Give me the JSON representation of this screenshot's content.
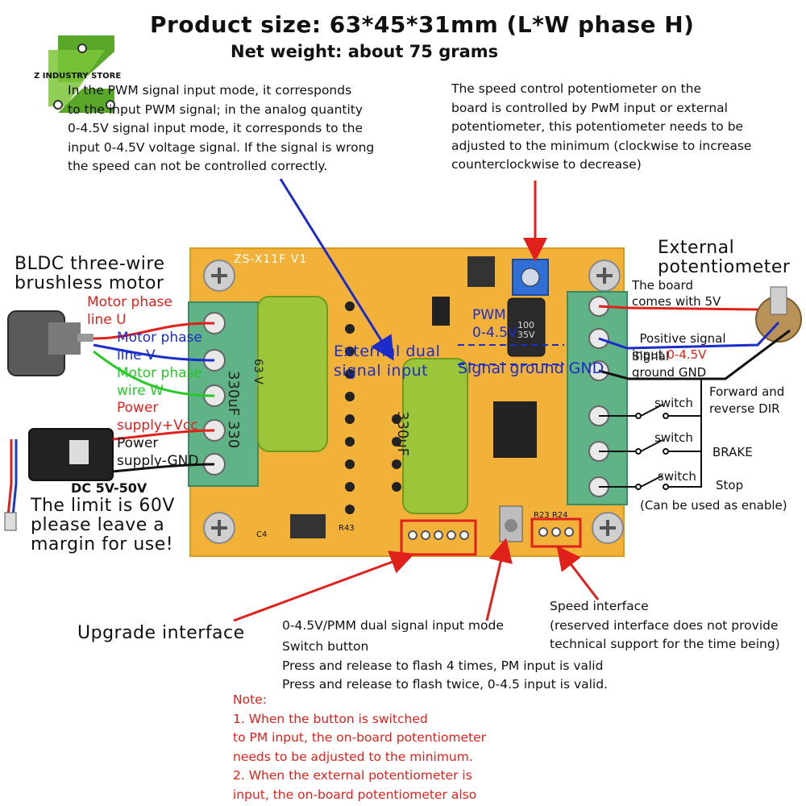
{
  "header": {
    "title": "Product size: 63*45*31mm (L*W phase H)",
    "subtitle": "Net weight: about 75 grams"
  },
  "logo": {
    "brand_text": "Z INDUSTRY STORE"
  },
  "notes": {
    "pwm_signal": "In the PWM signal input mode, it corresponds\nto the input PWM signal; in the analog quantity\n0-4.5V signal input mode, it corresponds to the\ninput 0-4.5V voltage signal. If the signal is wrong\nthe speed can not be controlled correctly.",
    "speed_pot": "The speed control potentiometer on the\nboard is controlled by PwM input or external\npotentiometer, this potentiometer needs to be\nadjusted to the minimum (clockwise to increase\ncounterclockwise to decrease)"
  },
  "left_labels": {
    "motor_title": "BLDC three-wire\nbrushless motor",
    "phase_u": "Motor phase\nline U",
    "phase_v": "Motor phase\nline V",
    "phase_w": "Motor phase\nwire W",
    "vcc": "Power\nsupply+Vcc",
    "gnd": "Power\nsupply-GND",
    "dc_range": "DC 5V-50V",
    "limit": "The limit is 60V\nplease leave a\nmargin for use!"
  },
  "board": {
    "model": "ZS-X11F V1",
    "cap_left": "330uF 330",
    "cap_left_v": "63 V",
    "cap_mid": "330uF",
    "cap_small": "100\n35V",
    "pwm_mark": "PWM\n0-4.5V",
    "dual_signal": "External dual\nsignal input",
    "signal_gnd": "Signal ground GND",
    "r43": "R43",
    "c4": "C4",
    "r23": "R23 R24"
  },
  "right_labels": {
    "ext_pot_title": "External\npotentiometer",
    "board_5v": "The board\ncomes with 5V",
    "positive_signal_prefix": "Positive signal\ninput ",
    "positive_signal_range": "0-4.5V",
    "signal_ground": "Signal\nground GND",
    "switch1": "switch",
    "switch2": "switch",
    "switch3": "switch",
    "dir": "Forward and\nreverse DIR",
    "brake": "BRAKE",
    "stop": "Stop",
    "enable": "(Can be used as enable)"
  },
  "bottom": {
    "upgrade": "Upgrade interface",
    "mode_title": "0-4.5V/PMM dual signal input mode",
    "mode_lines": "Switch button\nPress and release to flash 4 times, PM input is valid\nPress and release to flash twice, 0-4.5 input is valid.",
    "speed_iface": "Speed interface\n(reserved interface does not provide\ntechnical support for the time being)",
    "note": "Note:\n1. When the button is switched\nto PM input, the on-board potentiometer\nneeds to be adjusted to the minimum.\n2. When the external potentiometer is\ninput, the on-board potentiometer also"
  },
  "colors": {
    "board": "#f2b23a",
    "terminal": "#5fb386",
    "cap": "#9bc63a",
    "arrow_red": "#e0201b",
    "arrow_blue": "#1b2cc8",
    "logo_green": "#5aa82a"
  }
}
